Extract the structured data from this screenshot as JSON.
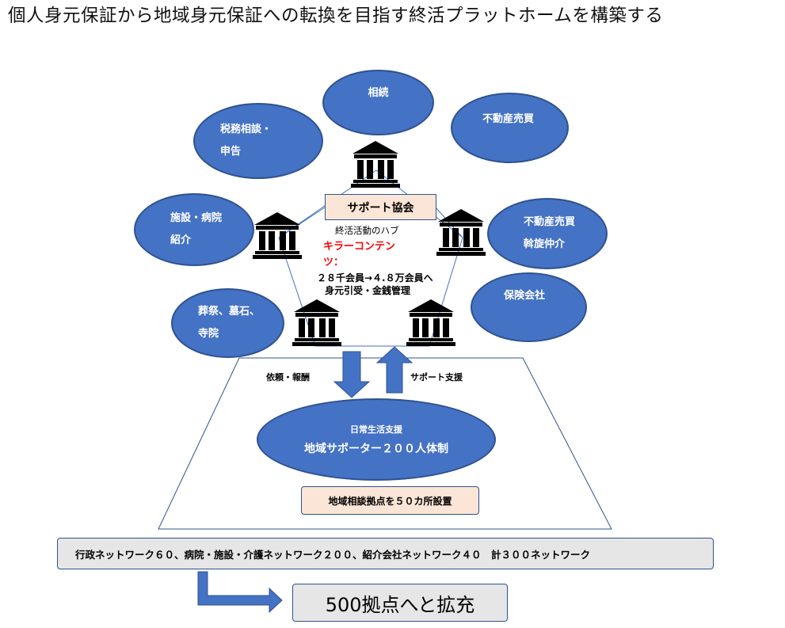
{
  "title": "個人身元保証から地域身元保証への転換を目指す終活プラットホームを構築する",
  "nodes": {
    "inheritance": "相続",
    "tax": [
      "税務相談・",
      "申告"
    ],
    "real_estate": "不動産売買",
    "facility": [
      "施設・病院",
      "紹介"
    ],
    "real_estate_broker": [
      "不動産売買",
      "斡旋仲介"
    ],
    "insurance": "保険会社",
    "funeral": [
      "葬祭、墓石、",
      "寺院"
    ]
  },
  "hub": {
    "label": "サポート協会",
    "subtitle": "終活活動のハブ",
    "killer_label": "キラーコンテンツ：",
    "killer_content_a": "２８千会員→４.８万会員へ",
    "killer_content_b": "身元引受・金銭管理"
  },
  "arrows": {
    "down": "依頼・報酬",
    "up": "サポート支援"
  },
  "support": {
    "line1": "日常生活支援",
    "line2": "地域サポーター２００人体制"
  },
  "base_box": "地域相談拠点を５０カ所設置",
  "network": "行政ネットワーク６０、病院・施設・介護ネットワーク２００、紹介会社ネットワーク４０　計３００ネットワーク",
  "expansion": "500拠点へと拡充",
  "colors": {
    "ellipse": "#4472c4",
    "hub_box": "#fbe5d6",
    "network_bar": "#e7e6e6",
    "red": "#ff0000"
  }
}
